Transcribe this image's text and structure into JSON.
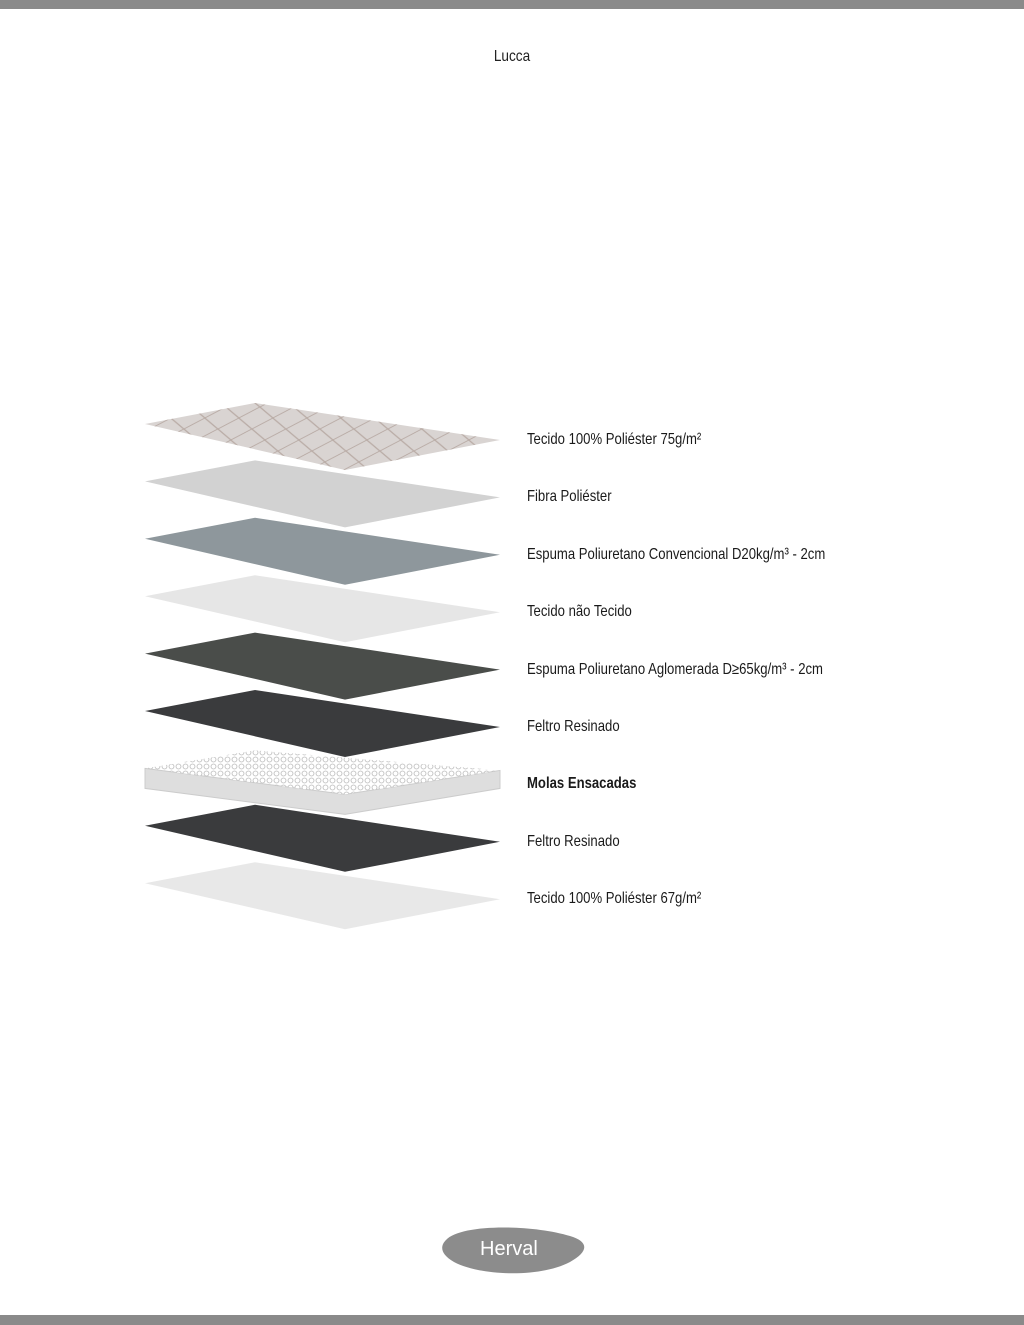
{
  "header": {
    "title": "Lucca"
  },
  "layers": [
    {
      "label": "Tecido 100% Poliéster 75g/m²",
      "fill": "#d9d4d2",
      "bold": false,
      "pattern": "quilt"
    },
    {
      "label": "Fibra Poliéster",
      "fill": "#d2d2d2",
      "bold": false
    },
    {
      "label": "Espuma Poliuretano Convencional D20kg/m³ - 2cm",
      "fill": "#8e979c",
      "bold": false
    },
    {
      "label": "Tecido não Tecido",
      "fill": "#e6e6e6",
      "bold": false
    },
    {
      "label": "Espuma Poliuretano Aglomerada D≥65kg/m³ - 2cm",
      "fill": "#4a4d4a",
      "bold": false
    },
    {
      "label": "Feltro Resinado",
      "fill": "#3a3b3d",
      "bold": false
    },
    {
      "label": "Molas Ensacadas",
      "fill": "#f0f0f0",
      "bold": true,
      "pattern": "springs"
    },
    {
      "label": "Feltro Resinado",
      "fill": "#3a3b3d",
      "bold": false
    },
    {
      "label": "Tecido 100% Poliéster 67g/m²",
      "fill": "#e8e8e8",
      "bold": false
    }
  ],
  "footer": {
    "logo_text": "Herval",
    "logo_color": "#8c8c8c"
  }
}
